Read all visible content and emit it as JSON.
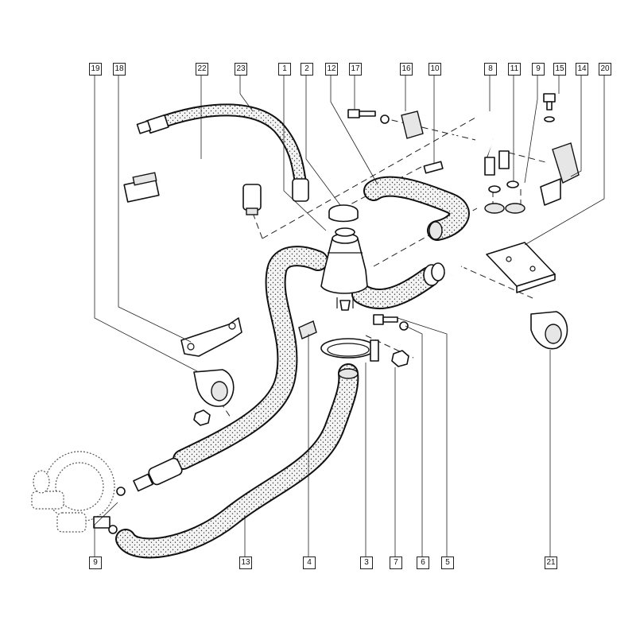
{
  "parts": [
    {
      "ref": "1"
    },
    {
      "ref": "2"
    },
    {
      "ref": "3"
    },
    {
      "ref": "4"
    },
    {
      "ref": "5"
    },
    {
      "ref": "6"
    },
    {
      "ref": "7"
    },
    {
      "ref": "8"
    },
    {
      "ref": "9"
    },
    {
      "ref": "10"
    },
    {
      "ref": "11"
    },
    {
      "ref": "12"
    },
    {
      "ref": "13"
    },
    {
      "ref": "14"
    },
    {
      "ref": "15"
    },
    {
      "ref": "16"
    },
    {
      "ref": "17"
    },
    {
      "ref": "18"
    },
    {
      "ref": "19"
    },
    {
      "ref": "20"
    },
    {
      "ref": "21"
    },
    {
      "ref": "22"
    },
    {
      "ref": "23"
    }
  ],
  "callouts": [
    {
      "label": "19"
    },
    {
      "label": "18"
    },
    {
      "label": "22"
    },
    {
      "label": "23"
    },
    {
      "label": "1"
    },
    {
      "label": "2"
    },
    {
      "label": "12"
    },
    {
      "label": "17"
    },
    {
      "label": "16"
    },
    {
      "label": "10"
    },
    {
      "label": "8"
    },
    {
      "label": "11"
    },
    {
      "label": "9"
    },
    {
      "label": "15"
    },
    {
      "label": "14"
    },
    {
      "label": "20"
    },
    {
      "label": "9"
    },
    {
      "label": "13"
    },
    {
      "label": "4"
    },
    {
      "label": "3"
    },
    {
      "label": "7"
    },
    {
      "label": "6"
    },
    {
      "label": "5"
    },
    {
      "label": "21"
    }
  ]
}
